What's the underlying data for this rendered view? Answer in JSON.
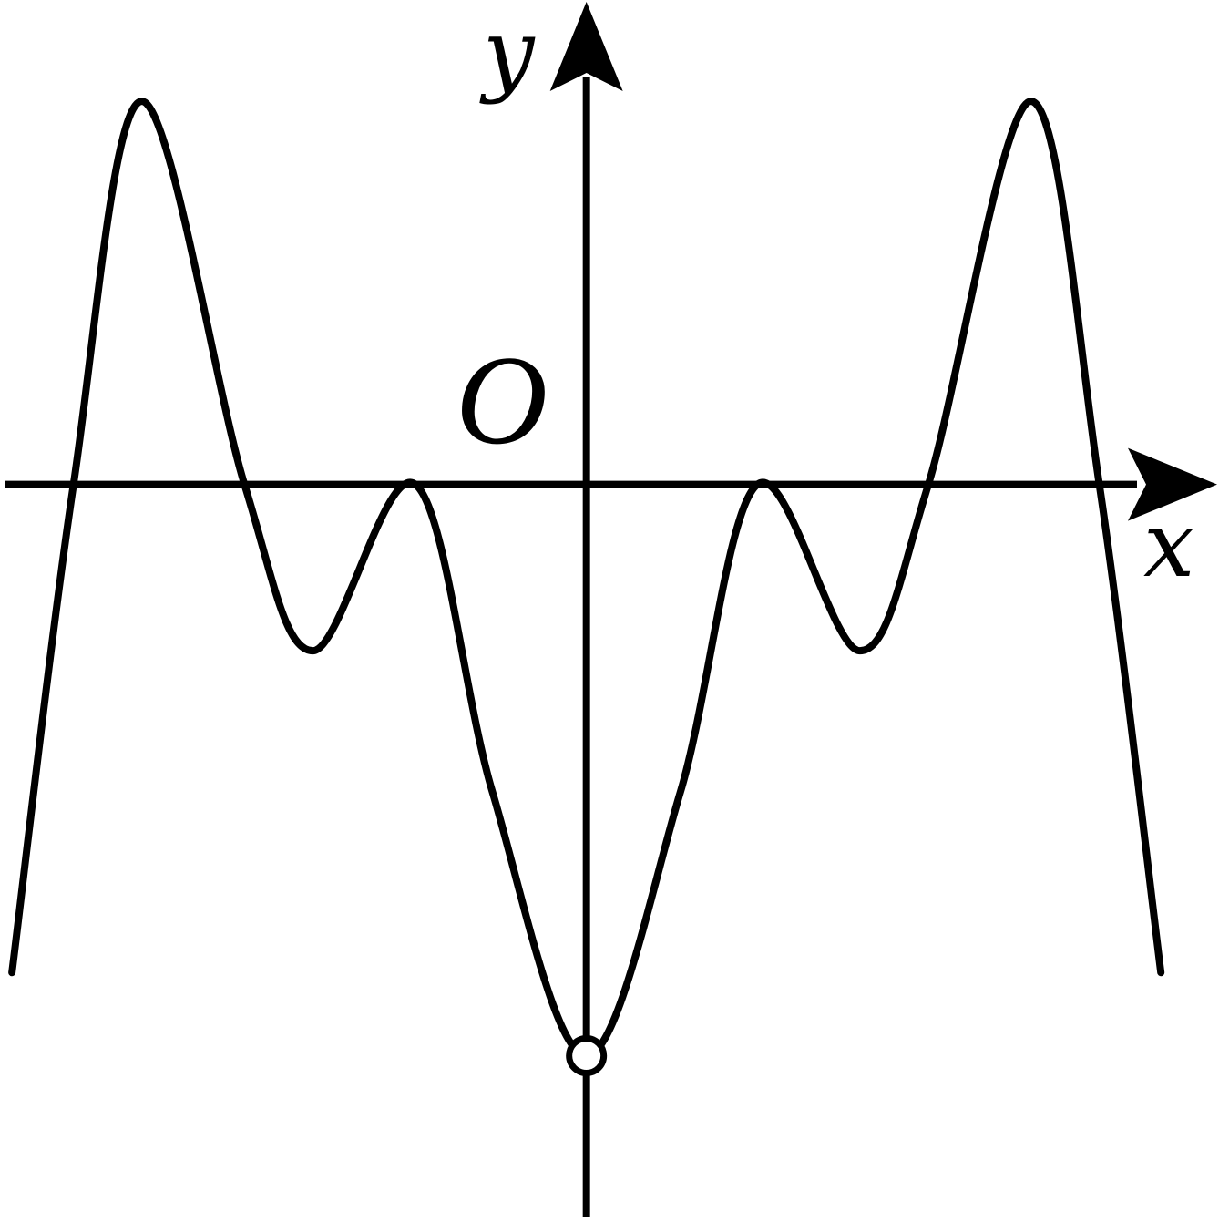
{
  "chart_data": {
    "type": "line",
    "xlabel": "x",
    "ylabel": "y",
    "origin_label": "O",
    "xlim": [
      -3.43,
      3.7
    ],
    "ylim": [
      -2.04,
      1.34
    ],
    "grid": false,
    "legend": "none",
    "series": [
      {
        "points": [
          [
            -3.36,
            -1.35
          ],
          [
            -3.0,
            0.0
          ],
          [
            -2.6,
            1.06
          ],
          [
            -2.0,
            0.0
          ],
          [
            -1.6,
            -0.46
          ],
          [
            -1.0,
            0.0
          ],
          [
            -0.55,
            -0.85
          ],
          [
            0.0,
            -1.58
          ],
          [
            0.55,
            -0.85
          ],
          [
            1.0,
            0.0
          ],
          [
            1.6,
            -0.46
          ],
          [
            2.0,
            0.0
          ],
          [
            2.6,
            1.06
          ],
          [
            3.0,
            0.0
          ],
          [
            3.36,
            -1.35
          ]
        ]
      }
    ],
    "open_points": [
      [
        0.0,
        -1.58
      ]
    ],
    "colors": {
      "stroke": "#000000",
      "background": "#ffffff"
    }
  }
}
